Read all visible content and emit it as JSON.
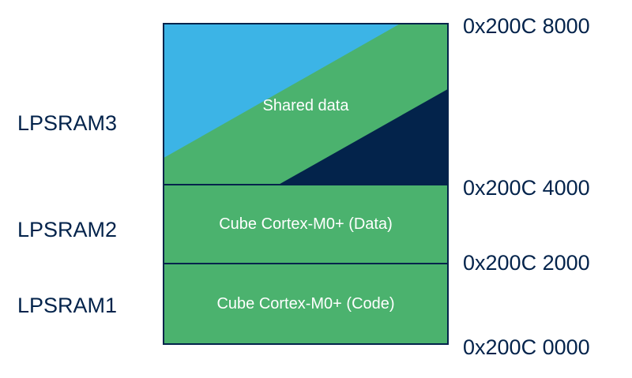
{
  "regions": {
    "lpsram3": {
      "label": "LPSRAM3",
      "content": "Shared data",
      "start_address": "0x200C 4000",
      "end_address": "0x200C 8000"
    },
    "lpsram2": {
      "label": "LPSRAM2",
      "content": "Cube Cortex-M0+ (Data)",
      "start_address": "0x200C 2000"
    },
    "lpsram1": {
      "label": "LPSRAM1",
      "content": "Cube Cortex-M0+ (Code)",
      "start_address": "0x200C 0000"
    }
  },
  "colors": {
    "text": "#03234b",
    "green": "#4bb26e",
    "blue": "#3cb4e6",
    "navy": "#03234b",
    "block_text": "#ffffff"
  }
}
